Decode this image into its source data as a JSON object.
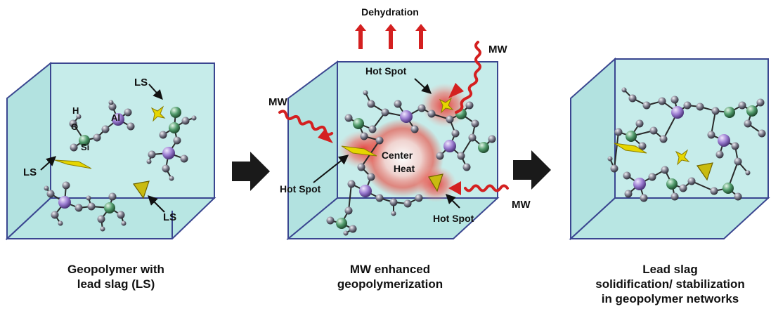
{
  "panels": [
    {
      "caption_lines": [
        "Geopolymer with",
        "lead slag (LS)"
      ],
      "labels": {
        "h": "H",
        "o": "O",
        "si": "Si",
        "al": "Al",
        "ls_top": "LS",
        "ls_left": "LS",
        "ls_bottom": "LS"
      }
    },
    {
      "caption_lines": [
        "MW enhanced",
        "geopolymerization"
      ],
      "labels": {
        "dehydration": "Dehydration",
        "mw_top": "MW",
        "mw_left": "MW",
        "mw_right": "MW",
        "hot_spot_top": "Hot Spot",
        "hot_spot_left": "Hot Spot",
        "hot_spot_bottom": "Hot Spot",
        "center_heat_line1": "Center",
        "center_heat_line2": "Heat"
      }
    },
    {
      "caption_lines": [
        "Lead slag",
        "solidification/ stabilization",
        "in geopolymer networks"
      ]
    }
  ],
  "colors": {
    "cube_fill": "#c6ecea",
    "cube_edge": "#3a4690",
    "mw_arrow": "#d42020",
    "heat_glow": "#e03a3a",
    "al_atom": "#9a7bd0",
    "si_atom": "#4f9a6a",
    "o_atom": "#7a7a8a",
    "ls_particle": "#e6d600",
    "process_arrow": "#1a1a1a"
  }
}
